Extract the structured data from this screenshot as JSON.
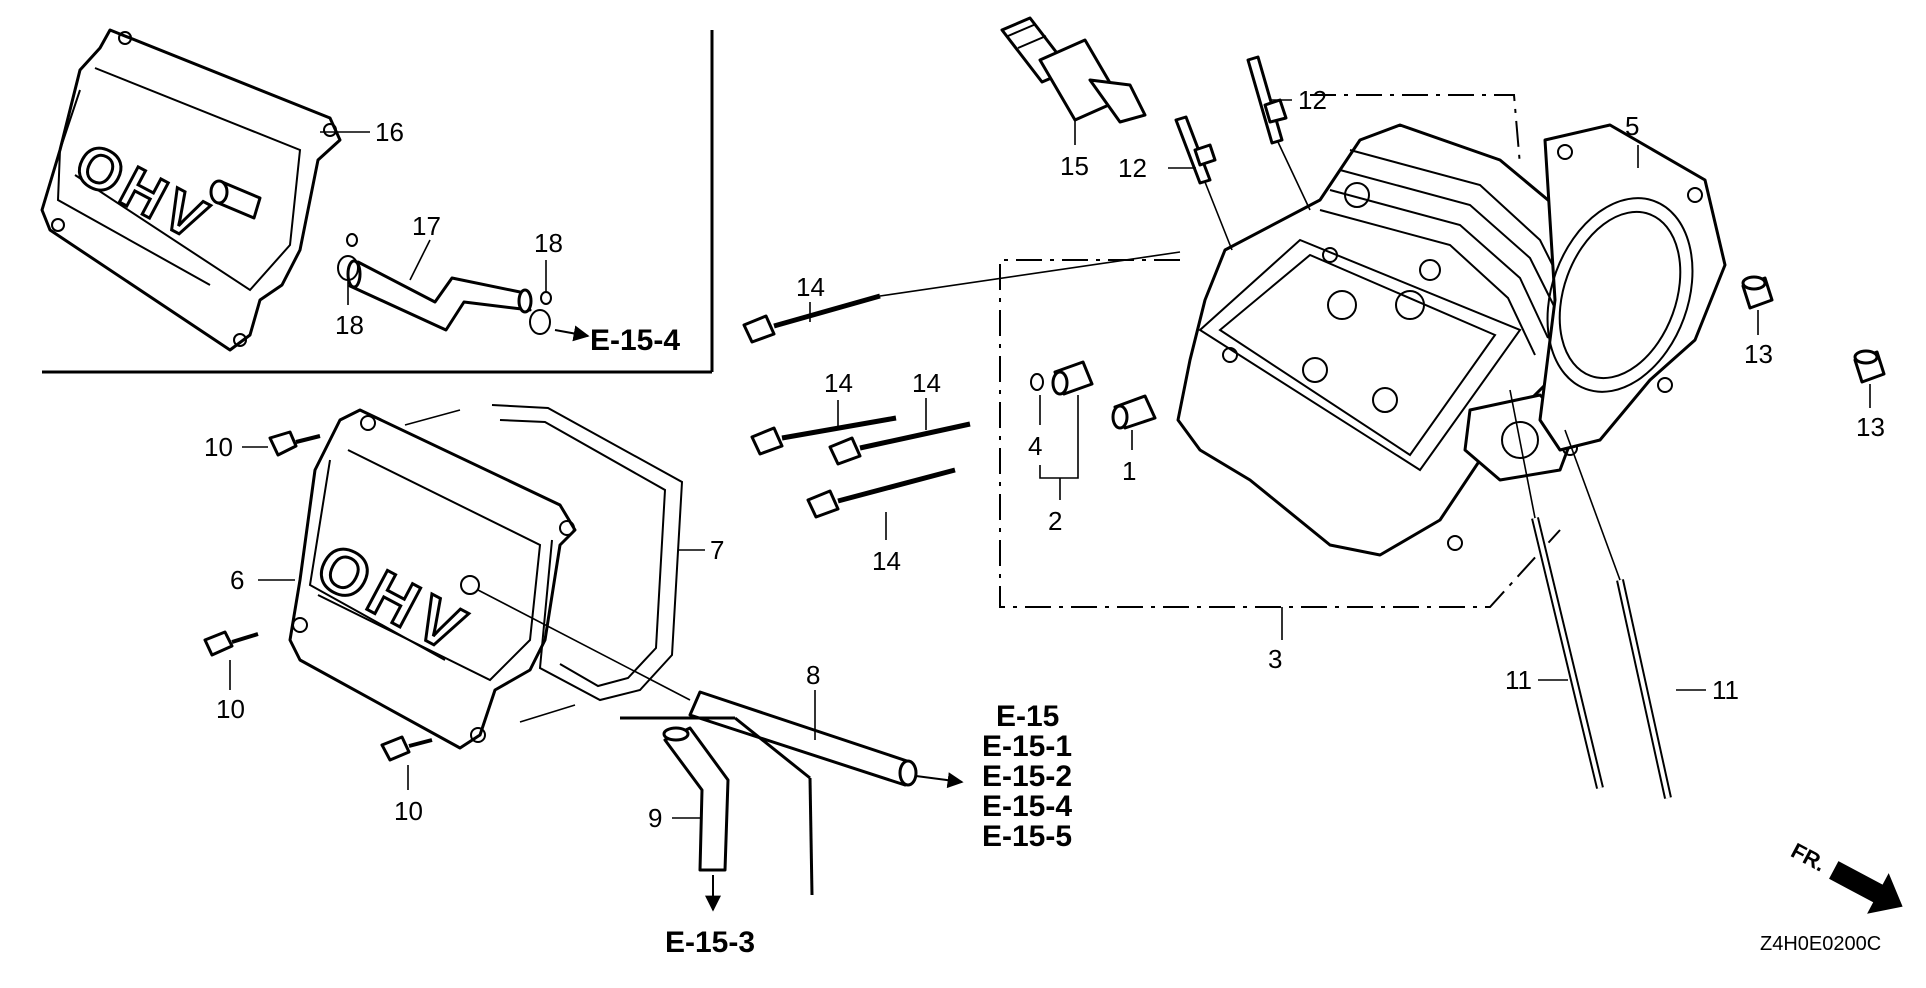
{
  "callouts": {
    "c16": "16",
    "c17": "17",
    "c18a": "18",
    "c18b": "18",
    "c10a": "10",
    "c10b": "10",
    "c10c": "10",
    "c6": "6",
    "c7": "7",
    "c8": "8",
    "c9": "9",
    "c14a": "14",
    "c14b": "14",
    "c14c": "14",
    "c14d": "14",
    "c4": "4",
    "c1": "1",
    "c2": "2",
    "c3": "3",
    "c15": "15",
    "c12a": "12",
    "c12b": "12",
    "c5": "5",
    "c13a": "13",
    "c13b": "13",
    "c11a": "11",
    "c11b": "11"
  },
  "references": {
    "inset_ref": "E-15-4",
    "breather_refs": [
      "E-15",
      "E-15-1",
      "E-15-2",
      "E-15-4",
      "E-15-5"
    ],
    "drain_ref": "E-15-3"
  },
  "ohv_text": "OHV",
  "direction_label": "FR.",
  "diagram_code": "Z4H0E0200C"
}
